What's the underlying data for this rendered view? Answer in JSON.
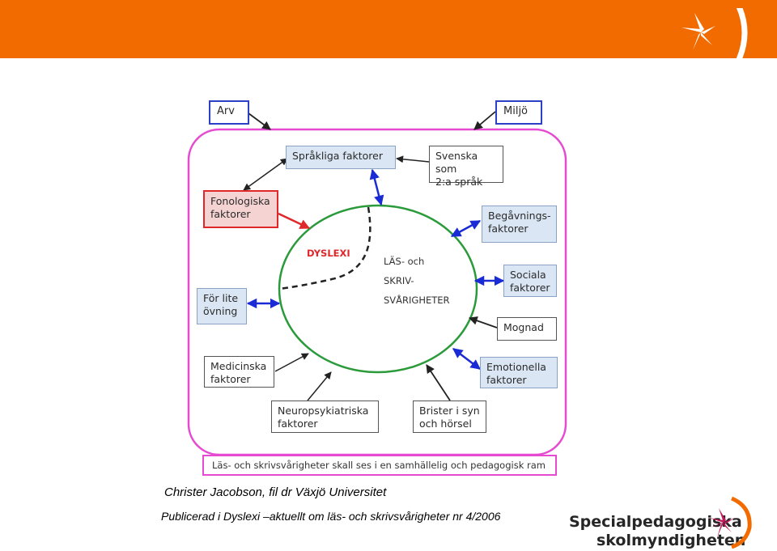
{
  "header": {
    "logo_icon": "star-flower-icon"
  },
  "diagram": {
    "outer_factors": {
      "arv": "Arv",
      "miljo": "Miljö"
    },
    "factors": {
      "sprakliga": "Språkliga faktorer",
      "svenska_line1": "Svenska som",
      "svenska_line2": "2:a språk",
      "fonologiska_line1": "Fonologiska",
      "fonologiska_line2": "faktorer",
      "begavnings_line1": "Begåvnings-",
      "begavnings_line2": "faktorer",
      "sociala_line1": "Sociala",
      "sociala_line2": "faktorer",
      "for_lite_line1": "För lite",
      "for_lite_line2": "övning",
      "mognad": "Mognad",
      "medicinska_line1": "Medicinska",
      "medicinska_line2": "faktorer",
      "emotionella_line1": "Emotionella",
      "emotionella_line2": "faktorer",
      "neuro_line1": "Neuropsykiatriska",
      "neuro_line2": "faktorer",
      "brister_line1": "Brister i syn",
      "brister_line2": "och hörsel"
    },
    "center": {
      "dyslexi": "DYSLEXI",
      "line1": "LÄS- och",
      "line2": "SKRIV-",
      "line3": "SVÅRIGHETER"
    },
    "bottom_note": "Läs- och skrivsvårigheter skall ses i en samhällelig och pedagogisk ram"
  },
  "captions": {
    "author": "Christer Jacobson, fil dr Växjö Universitet",
    "published": "Publicerad i Dyslexi –aktuellt om läs- och skrivsvårigheter nr 4/2006"
  },
  "brand": {
    "line1": "Specialpedagogiska",
    "line2": "skolmyndigheten",
    "logo_icon": "star-flower-icon"
  },
  "colors": {
    "header_orange": "#f26b00",
    "frame_magenta": "#e64ad0",
    "circle_green": "#2a9a3a",
    "arrow_blue": "#1a2bd6",
    "arrow_red": "#e0282a",
    "box_blue": "#dbe6f5"
  }
}
